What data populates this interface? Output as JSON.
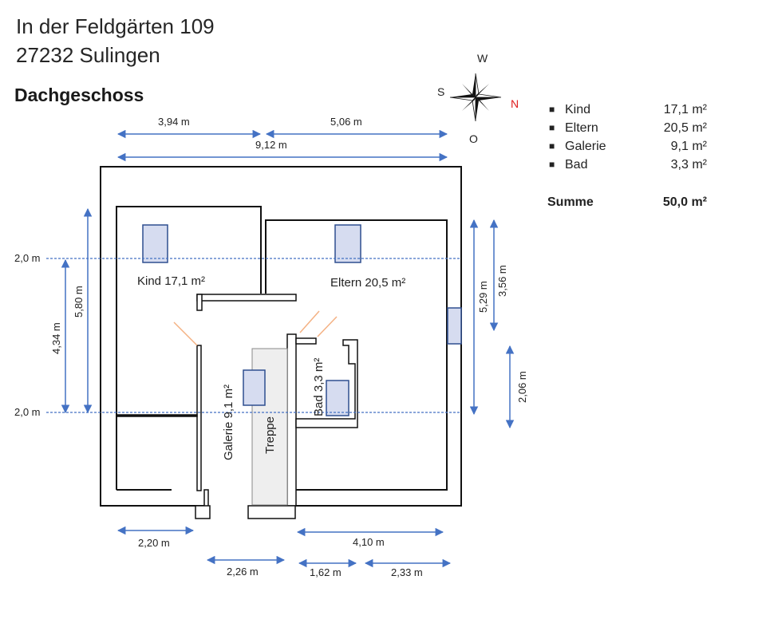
{
  "header": {
    "address_line1": "In der Feldgärten 109",
    "address_line2": "27232 Sulingen",
    "floor_title": "Dachgeschoss"
  },
  "compass": {
    "west": "W",
    "south": "S",
    "north": "N",
    "east": "O",
    "north_color": "#e02020"
  },
  "rooms": {
    "kind": "Kind 17,1 m²",
    "eltern": "Eltern 20,5 m²",
    "galerie": "Galerie 9,1 m²",
    "bad": "Bad 3,3 m²",
    "treppe": "Treppe"
  },
  "dimensions": {
    "top_left": "3,94 m",
    "top_right": "5,06 m",
    "top_total": "9,12 m",
    "left_height_outer": "5,80 m",
    "left_height_inner": "4,34 m",
    "level_upper": "2,0 m",
    "level_lower": "2,0 m",
    "right_529": "5,29 m",
    "right_356": "3,56 m",
    "right_206": "2,06 m",
    "bottom_220": "2,20 m",
    "bottom_226": "2,26 m",
    "bottom_410": "4,10 m",
    "bottom_162": "1,62 m",
    "bottom_233": "2,33 m"
  },
  "area_list": {
    "items": [
      {
        "name": "Kind",
        "value": "17,1 m²"
      },
      {
        "name": "Eltern",
        "value": "20,5 m²"
      },
      {
        "name": "Galerie",
        "value": "9,1 m²"
      },
      {
        "name": "Bad",
        "value": "3,3 m²"
      }
    ],
    "sum_label": "Summe",
    "sum_value": "50,0 m²"
  },
  "colors": {
    "dimension_arrow": "#4472c4",
    "window_fill": "#d6dcf0",
    "window_stroke": "#2f4f8f",
    "stair_fill": "#eeeeee",
    "level_line": "#4472c4",
    "door_swing": "#f4b183"
  }
}
